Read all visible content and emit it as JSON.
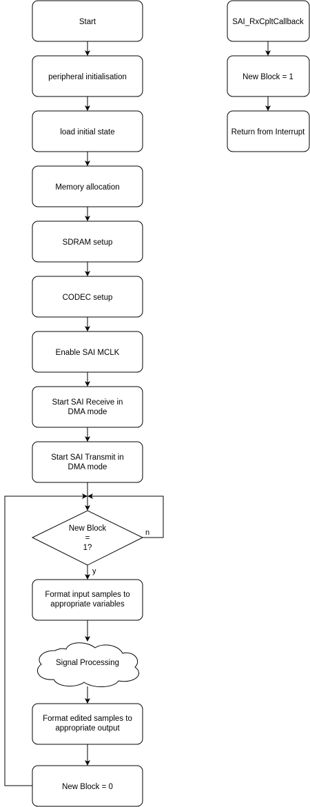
{
  "main_flow": {
    "start": "Start",
    "peripheral_init": "peripheral initialisation",
    "load_state": "load initial state",
    "memory_alloc": "Memory allocation",
    "sdram_setup": "SDRAM setup",
    "codec_setup": "CODEC setup",
    "enable_mclk": "Enable SAI MCLK",
    "start_receive": [
      "Start SAI Receive in",
      "DMA mode"
    ],
    "start_transmit": [
      "Start SAI Transmit in",
      "DMA mode"
    ],
    "decision": [
      "New Block",
      "=",
      "1?"
    ],
    "format_input": [
      "Format input samples to",
      "appropriate variables"
    ],
    "signal_processing": "Signal Processing",
    "format_output": [
      "Format edited samples to",
      "appropriate output"
    ],
    "reset_block": "New Block = 0"
  },
  "edge_labels": {
    "yes": "y",
    "no": "n"
  },
  "callback_flow": {
    "callback": "SAI_RxCpltCallback",
    "set_block": "New Block = 1",
    "return": "Return from Interrupt"
  }
}
